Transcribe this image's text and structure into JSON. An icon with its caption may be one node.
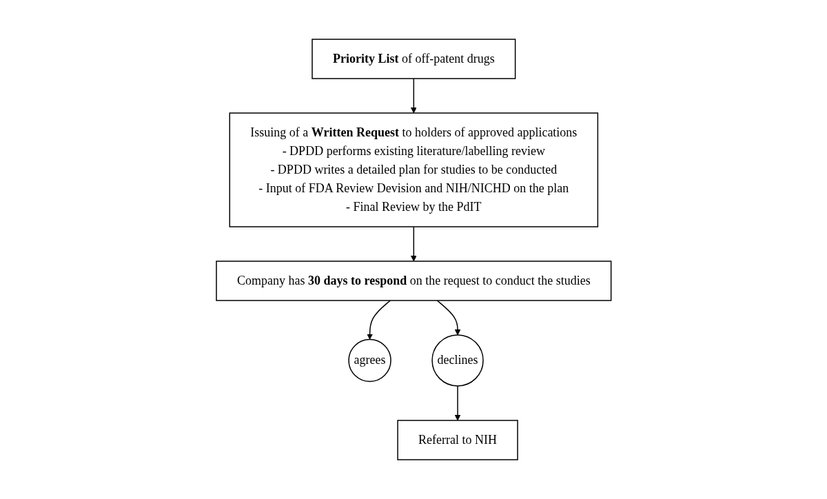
{
  "diagram": {
    "nodes": [
      {
        "text": [
          "**Priority List** of off-patent drugs"
        ]
      },
      {
        "text": [
          "Issuing of a **Written Request** to holders of approved applications",
          "- DPDD performs existing literature/labelling review",
          "- DPDD writes a detailed plan for studies to be conducted",
          "- Input of FDA Review Devision and NIH/NICHD on the plan",
          "- Final Review by the PdIT"
        ]
      },
      {
        "text": [
          "Company has **30 days to respond** on the request to conduct the studies"
        ]
      },
      {
        "text": [
          "agrees"
        ]
      },
      {
        "text": [
          "declines"
        ]
      },
      {
        "text": [
          "Referral to NIH"
        ]
      }
    ],
    "edges": [
      {
        "from": 0,
        "to": 1,
        "arrow": "to"
      },
      {
        "from": 1,
        "to": 2,
        "arrow": "to"
      },
      {
        "from": 2,
        "to": 3,
        "arrow": "to"
      },
      {
        "from": 2,
        "to": 4,
        "arrow": "to"
      },
      {
        "from": 4,
        "to": 5,
        "arrow": "to"
      }
    ]
  }
}
